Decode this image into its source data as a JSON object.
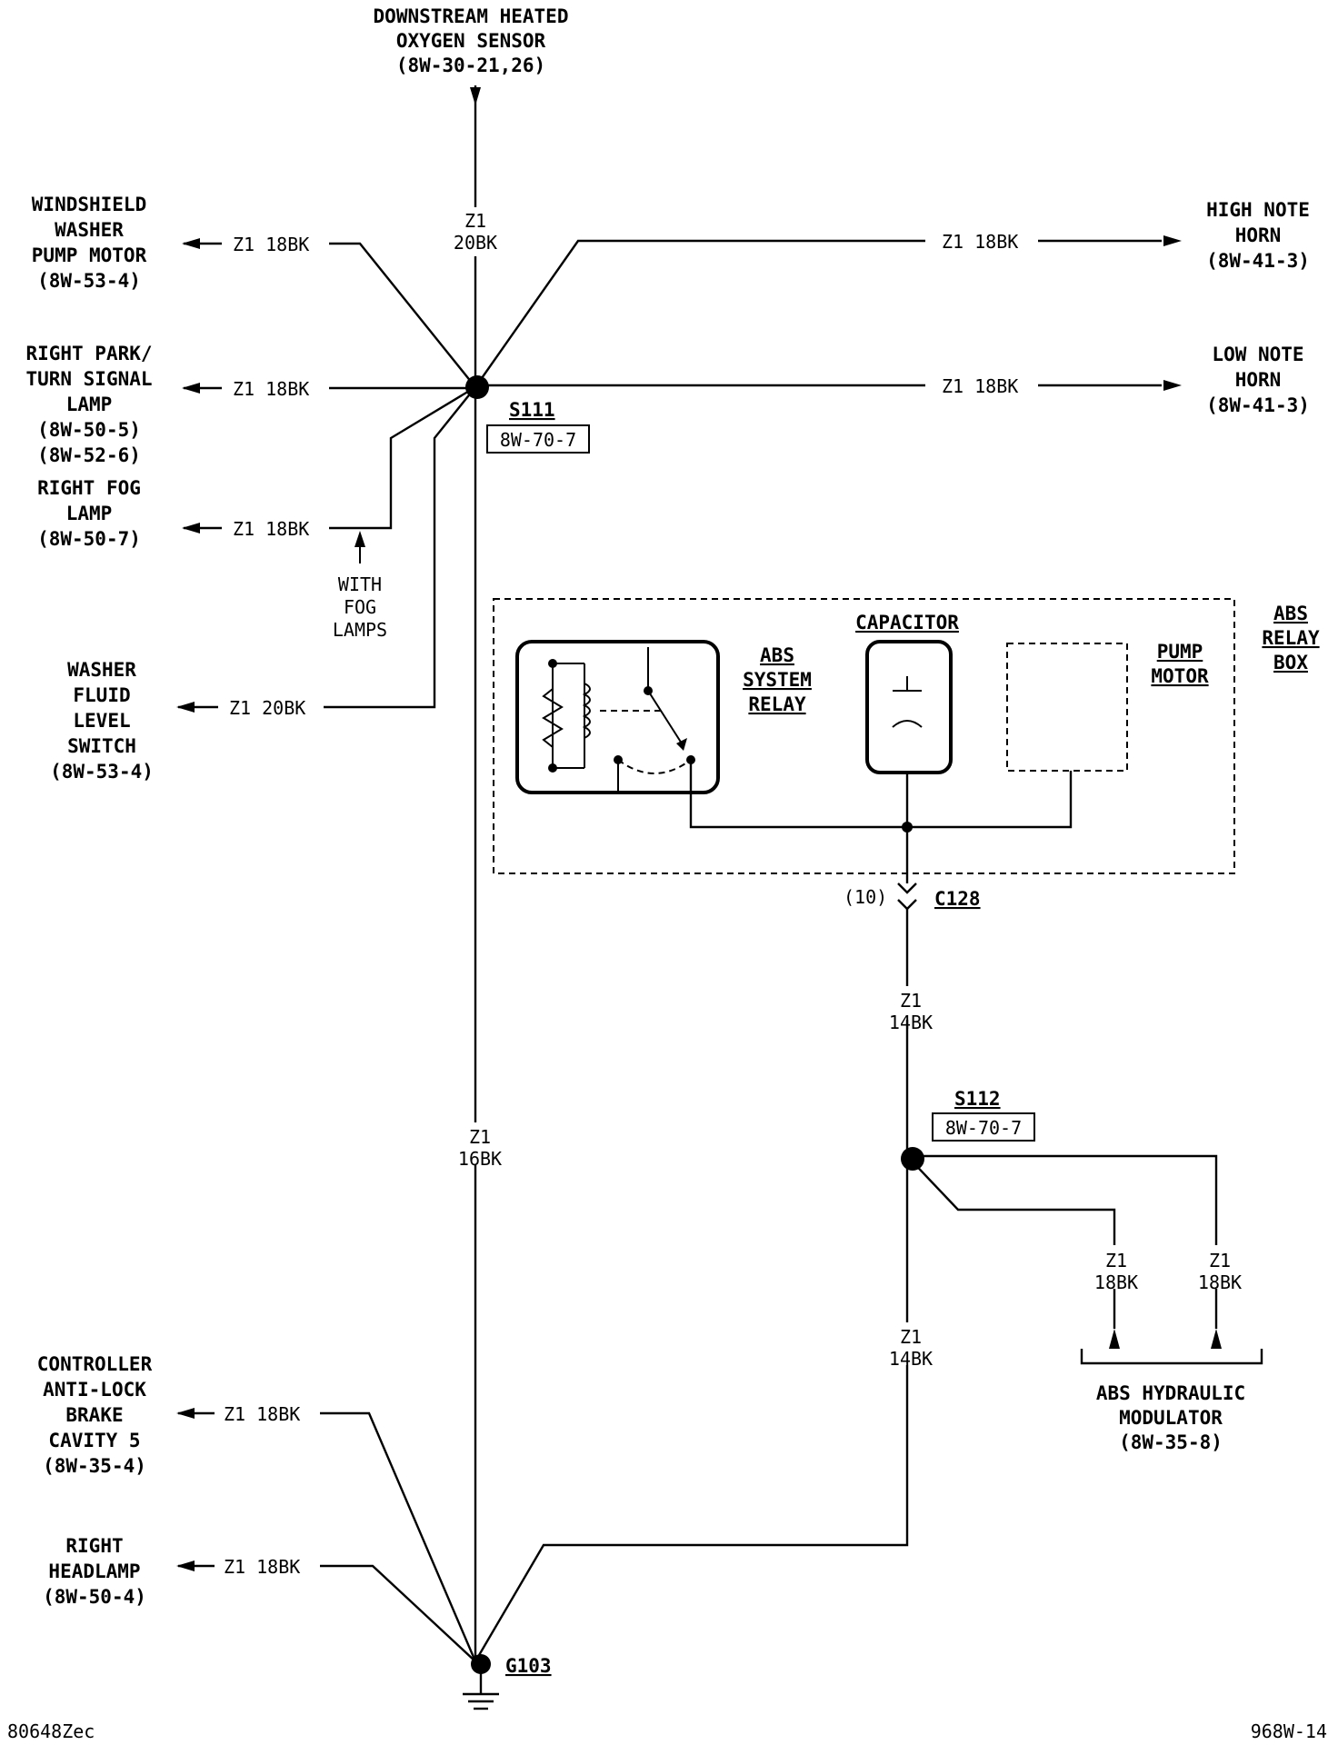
{
  "components": {
    "o2_sensor": [
      "DOWNSTREAM HEATED",
      "OXYGEN SENSOR",
      "(8W-30-21,26)"
    ],
    "washer_pump": [
      "WINDSHIELD",
      "WASHER",
      "PUMP MOTOR",
      "(8W-53-4)"
    ],
    "park_turn": [
      "RIGHT PARK/",
      "TURN SIGNAL",
      "LAMP",
      "(8W-50-5)",
      "(8W-52-6)"
    ],
    "fog_lamp": [
      "RIGHT FOG",
      "LAMP",
      "(8W-50-7)"
    ],
    "fog_note": [
      "WITH",
      "FOG",
      "LAMPS"
    ],
    "washer_switch": [
      "WASHER",
      "FLUID",
      "LEVEL",
      "SWITCH",
      "(8W-53-4)"
    ],
    "high_horn": [
      "HIGH NOTE",
      "HORN",
      "(8W-41-3)"
    ],
    "low_horn": [
      "LOW NOTE",
      "HORN",
      "(8W-41-3)"
    ],
    "abs_relay_box": [
      "ABS",
      "RELAY",
      "BOX"
    ],
    "abs_system_relay": [
      "ABS",
      "SYSTEM",
      "RELAY"
    ],
    "capacitor": "CAPACITOR",
    "pump_motor": [
      "PUMP",
      "MOTOR"
    ],
    "controller_abs": [
      "CONTROLLER",
      "ANTI-LOCK",
      "BRAKE",
      "CAVITY 5",
      "(8W-35-4)"
    ],
    "right_headlamp": [
      "RIGHT",
      "HEADLAMP",
      "(8W-50-4)"
    ],
    "abs_modulator": [
      "ABS HYDRAULIC",
      "MODULATOR",
      "(8W-35-8)"
    ]
  },
  "wires": {
    "w18": "Z1 18BK",
    "w20": "Z1 20BK",
    "z1": "Z1",
    "c20bk": "20BK",
    "c16bk": "16BK",
    "c14bk": "14BK",
    "c18bk": "18BK"
  },
  "splices": {
    "s111": "S111",
    "s111_ref": "8W-70-7",
    "s112": "S112",
    "s112_ref": "8W-70-7"
  },
  "connector": {
    "pin": "(10)",
    "name": "C128"
  },
  "ground": "G103",
  "footer": {
    "left": "80648Zec",
    "right": "968W-14"
  }
}
